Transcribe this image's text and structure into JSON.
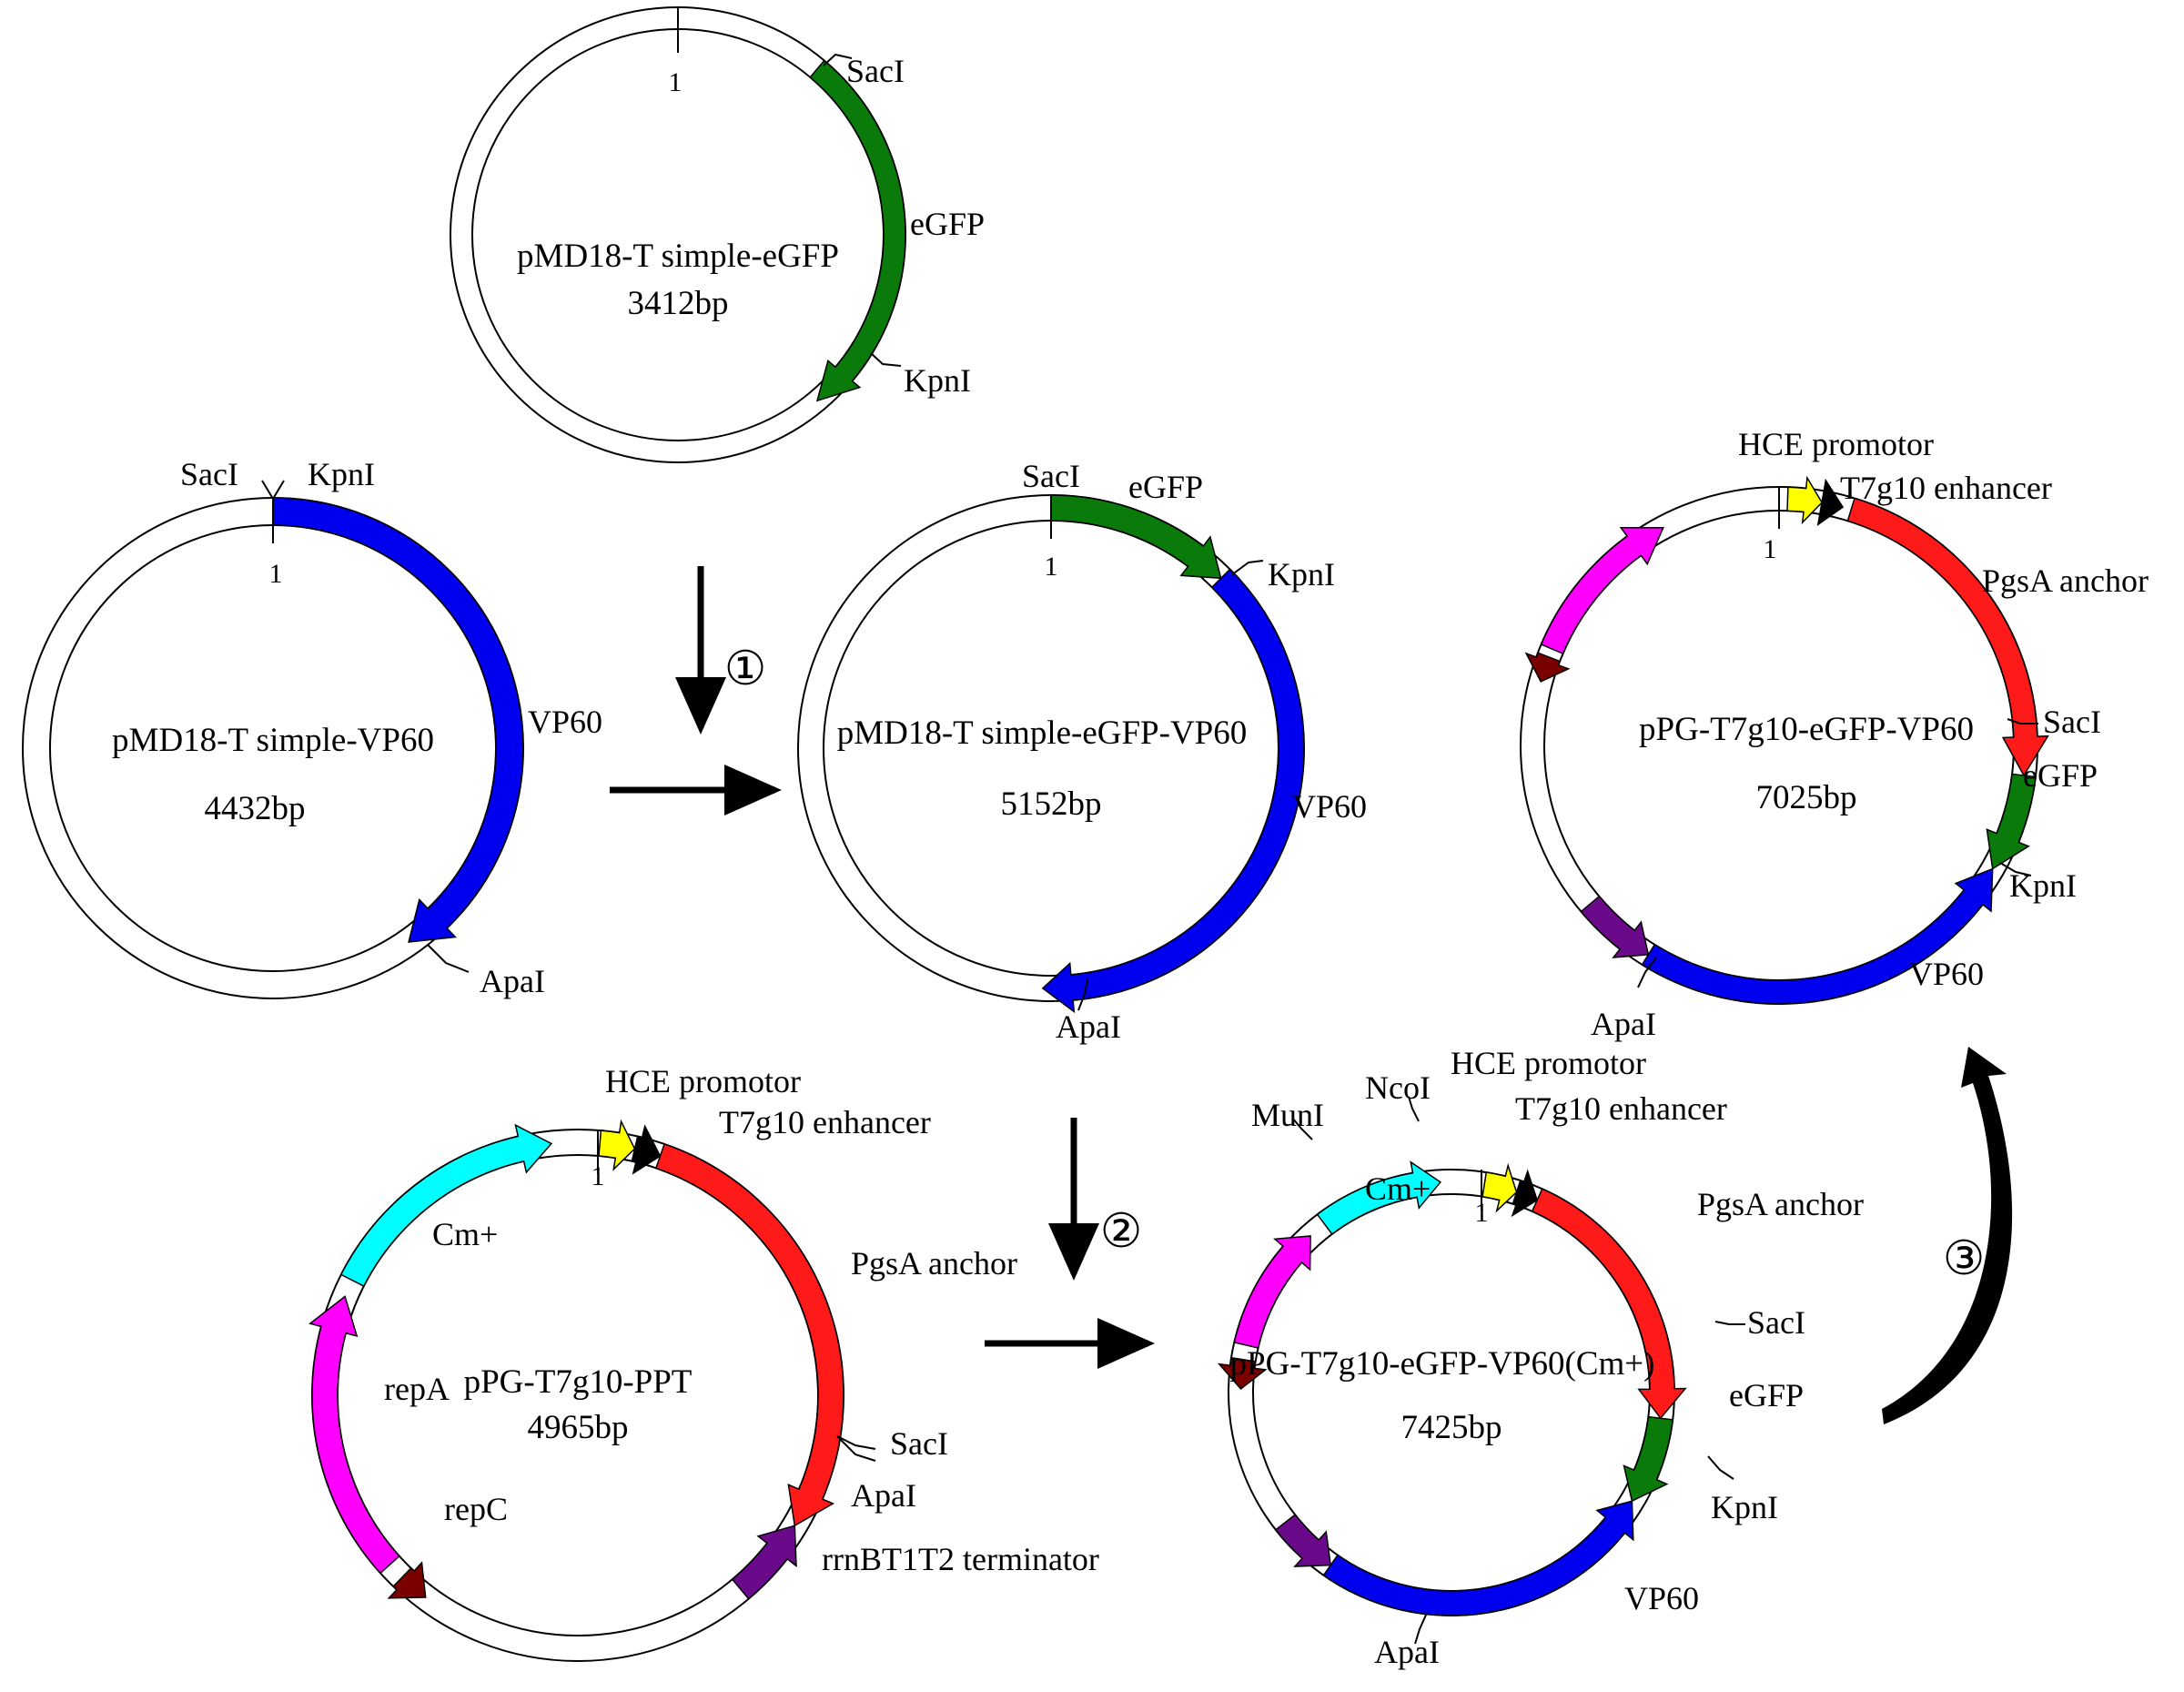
{
  "colors": {
    "eGFP": "#0a7a0a",
    "VP60": "#0000ee",
    "HCE": "#ffff00",
    "T7g10": "#000000",
    "PgsA": "#ff1a1a",
    "rrnBT1T2": "#6a0a8a",
    "Cm": "#00ffff",
    "repA": "#ff00ff",
    "repC": "#7a0000"
  },
  "plasmids": {
    "p1": {
      "name": "pMD18-T simple-eGFP",
      "size": "3412bp",
      "origin": "1",
      "labels": {
        "SacI": "SacI",
        "eGFP": "eGFP",
        "KpnI": "KpnI"
      }
    },
    "p2": {
      "name": "pMD18-T simple-VP60",
      "size": "4432bp",
      "origin": "1",
      "labels": {
        "SacI": "SacI",
        "KpnI": "KpnI",
        "VP60": "VP60",
        "ApaI": "ApaI"
      }
    },
    "p3": {
      "name": "pMD18-T simple-eGFP-VP60",
      "size": "5152bp",
      "origin": "1",
      "labels": {
        "SacI": "SacI",
        "eGFP": "eGFP",
        "KpnI": "KpnI",
        "VP60": "VP60",
        "ApaI": "ApaI"
      }
    },
    "p4": {
      "name": "pPG-T7g10-eGFP-VP60",
      "size": "7025bp",
      "origin": "1",
      "labels": {
        "HCE": "HCE promotor",
        "T7g10": "T7g10 enhancer",
        "PgsA": "PgsA anchor",
        "SacI": "SacI",
        "eGFP": "eGFP",
        "KpnI": "KpnI",
        "VP60": "VP60",
        "ApaI": "ApaI"
      }
    },
    "p5": {
      "name": "pPG-T7g10-PPT",
      "size": "4965bp",
      "origin": "1",
      "labels": {
        "HCE": "HCE promotor",
        "T7g10": "T7g10 enhancer",
        "PgsA": "PgsA anchor",
        "SacI": "SacI",
        "ApaI": "ApaI",
        "rrnB": "rrnBT1T2 terminator",
        "Cm": "Cm+",
        "repA": "repA",
        "repC": "repC"
      }
    },
    "p6": {
      "name": "pPG-T7g10-eGFP-VP60(Cm+)",
      "size": "7425bp",
      "origin": "1",
      "labels": {
        "MunI": "MunI",
        "NcoI": "NcoI",
        "HCE": "HCE promotor",
        "T7g10": "T7g10 enhancer",
        "Cm": "Cm+",
        "PgsA": "PgsA anchor",
        "SacI": "SacI",
        "eGFP": "eGFP",
        "KpnI": "KpnI",
        "VP60": "VP60",
        "ApaI": "ApaI"
      }
    }
  },
  "steps": {
    "s1": "①",
    "s2": "②",
    "s3": "③"
  }
}
